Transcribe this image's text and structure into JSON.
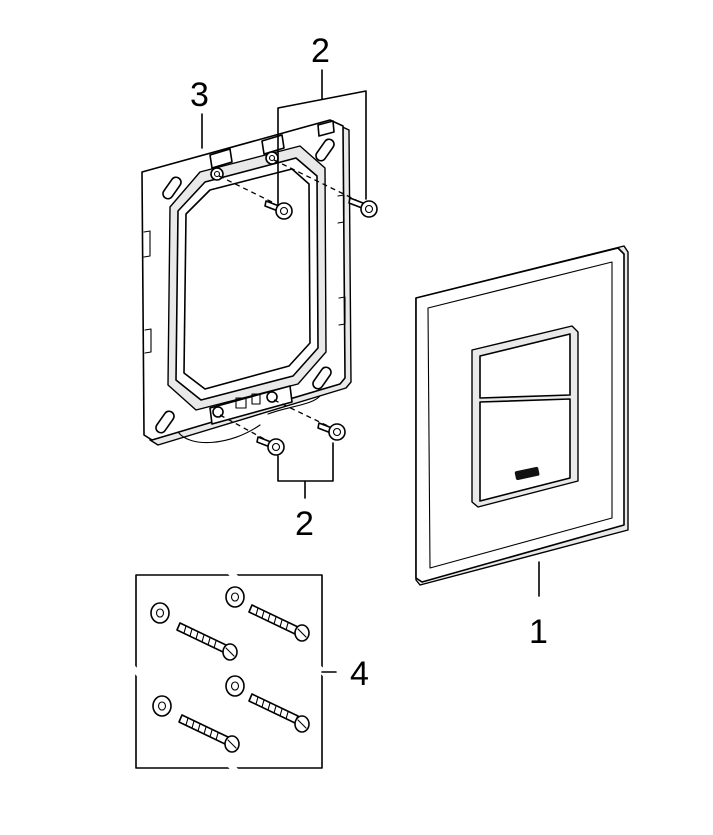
{
  "callouts": {
    "plate": "1",
    "screws_top": "2",
    "screws_bottom": "2",
    "frame": "3",
    "wall_kit": "4"
  },
  "icons": [
    "flush-plate-icon",
    "mounting-frame-icon",
    "screw-icon",
    "wall-plug-screw-icon"
  ]
}
